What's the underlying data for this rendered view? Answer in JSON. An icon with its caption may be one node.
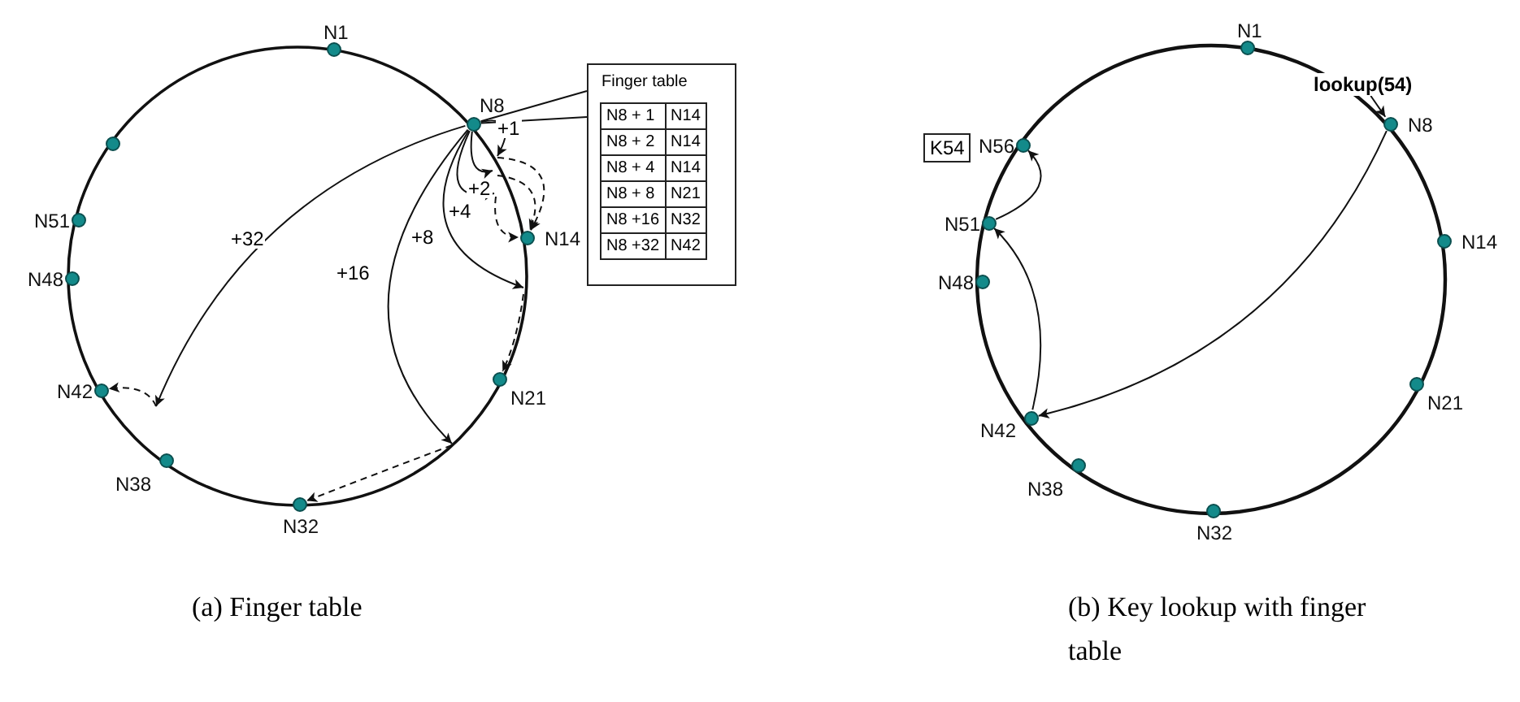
{
  "diagram": {
    "nodes": [
      {
        "text": [
          "N1"
        ]
      },
      {
        "text": [
          "N8"
        ]
      },
      {
        "text": [
          "N14"
        ]
      },
      {
        "text": [
          "N21"
        ]
      },
      {
        "text": [
          "N32"
        ]
      },
      {
        "text": [
          "N38"
        ]
      },
      {
        "text": [
          "N42"
        ]
      },
      {
        "text": [
          "N48"
        ]
      },
      {
        "text": [
          "N51"
        ]
      },
      {
        "text": [],
        "shape": "circle"
      },
      {
        "text": [
          "Finger table",
          "N8 + 1",
          "N14",
          "N8 + 2",
          "N14",
          "N8 + 4",
          "N14",
          "N8 + 8",
          "N21",
          "N8 +16",
          "N32",
          "N8 +32",
          "N42"
        ]
      },
      {
        "text": [
          "N1"
        ]
      },
      {
        "text": [
          "N8"
        ]
      },
      {
        "text": [
          "N14"
        ]
      },
      {
        "text": [
          "N21"
        ]
      },
      {
        "text": [
          "N32"
        ]
      },
      {
        "text": [
          "N38"
        ]
      },
      {
        "text": [
          "N42"
        ]
      },
      {
        "text": [
          "N48"
        ]
      },
      {
        "text": [
          "N51"
        ]
      },
      {
        "text": [
          "N56"
        ]
      },
      {
        "text": [
          "K54"
        ]
      },
      {
        "text": [
          "lookup(54)"
        ]
      }
    ],
    "edges": [
      {
        "from": 1,
        "to": null,
        "arrow": "to",
        "label": "+1"
      },
      {
        "from": 1,
        "to": null,
        "arrow": "to",
        "label": "+2"
      },
      {
        "from": 1,
        "to": null,
        "arrow": "to",
        "label": "+4"
      },
      {
        "from": 1,
        "to": null,
        "arrow": "to",
        "label": "+8"
      },
      {
        "from": 1,
        "to": null,
        "arrow": "to",
        "label": "+16"
      },
      {
        "from": 1,
        "to": null,
        "arrow": "to",
        "label": "+32"
      },
      {
        "from": null,
        "to": 2,
        "arrow": "to",
        "style": "dashed"
      },
      {
        "from": null,
        "to": 2,
        "arrow": "to",
        "style": "dashed"
      },
      {
        "from": null,
        "to": 2,
        "arrow": "to",
        "style": "dashed"
      },
      {
        "from": null,
        "to": 3,
        "arrow": "to",
        "style": "dashed"
      },
      {
        "from": null,
        "to": 4,
        "arrow": "to",
        "style": "dashed"
      },
      {
        "from": null,
        "to": 6,
        "arrow": "to",
        "style": "dashed"
      },
      {
        "from": 10,
        "to": 1,
        "arrow": "none"
      },
      {
        "from": 22,
        "to": 12,
        "arrow": "to"
      },
      {
        "from": 12,
        "to": 17,
        "arrow": "to"
      },
      {
        "from": 17,
        "to": 19,
        "arrow": "to"
      },
      {
        "from": 19,
        "to": 20,
        "arrow": "to"
      }
    ],
    "labels": [
      "(a) Finger table",
      "(b) Key lookup with finger table"
    ]
  }
}
